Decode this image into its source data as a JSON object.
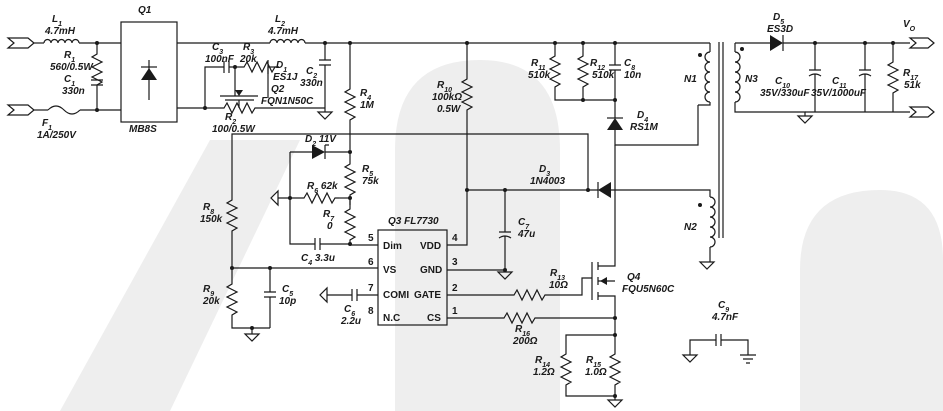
{
  "components": {
    "L1": {
      "ref": "L",
      "sub": "1",
      "value": "4.7mH"
    },
    "R1": {
      "ref": "R",
      "sub": "1",
      "value": "560/0.5W"
    },
    "C1": {
      "ref": "C",
      "sub": "1",
      "value": "330n"
    },
    "F1": {
      "ref": "F",
      "sub": "1",
      "value": "1A/250V"
    },
    "Q1": {
      "ref": "Q1",
      "value": "MB8S"
    },
    "L2": {
      "ref": "L",
      "sub": "2",
      "value": "4.7mH"
    },
    "C3": {
      "ref": "C",
      "sub": "3",
      "value": "100nF"
    },
    "R3": {
      "ref": "R",
      "sub": "3",
      "value": "20k"
    },
    "D1": {
      "ref": "D",
      "sub": "1",
      "value": "ES1J"
    },
    "Q2": {
      "ref": "Q2",
      "value": "FQN1N50C"
    },
    "R2": {
      "ref": "R",
      "sub": "2",
      "value": "100/0.5W"
    },
    "C2": {
      "ref": "C",
      "sub": "2",
      "value": "330n"
    },
    "R4": {
      "ref": "R",
      "sub": "4",
      "value": "1M"
    },
    "R10": {
      "ref": "R",
      "sub": "10",
      "value": "100kΩ",
      "value2": "0.5W"
    },
    "R11": {
      "ref": "R",
      "sub": "11",
      "value": "510k"
    },
    "R12": {
      "ref": "R",
      "sub": "12",
      "value": "510k"
    },
    "C8": {
      "ref": "C",
      "sub": "8",
      "value": "10n"
    },
    "N1": {
      "ref": "N1"
    },
    "N2": {
      "ref": "N2"
    },
    "N3": {
      "ref": "N3"
    },
    "D4": {
      "ref": "D",
      "sub": "4",
      "value": "RS1M"
    },
    "D5": {
      "ref": "D",
      "sub": "5",
      "value": "ES3D"
    },
    "C10": {
      "ref": "C",
      "sub": "10",
      "value": "35V/330uF"
    },
    "C11": {
      "ref": "C",
      "sub": "11",
      "value": "35V/1000uF"
    },
    "R17": {
      "ref": "R",
      "sub": "17",
      "value": "51k"
    },
    "VO": {
      "ref": "V",
      "sub": "O"
    },
    "D2": {
      "ref": "D",
      "sub": "2",
      "value": "11V"
    },
    "R5": {
      "ref": "R",
      "sub": "5",
      "value": "75k"
    },
    "R6": {
      "ref": "R",
      "sub": "6",
      "value": "62k"
    },
    "R7": {
      "ref": "R",
      "sub": "7",
      "value": "0"
    },
    "C4": {
      "ref": "C",
      "sub": "4",
      "value": "3.3u"
    },
    "D3": {
      "ref": "D",
      "sub": "3",
      "value": "1N4003"
    },
    "C7": {
      "ref": "C",
      "sub": "7",
      "value": "47u"
    },
    "R8": {
      "ref": "R",
      "sub": "8",
      "value": "150k"
    },
    "R9": {
      "ref": "R",
      "sub": "9",
      "value": "20k"
    },
    "C5": {
      "ref": "C",
      "sub": "5",
      "value": "10p"
    },
    "C6": {
      "ref": "C",
      "sub": "6",
      "value": "2.2u"
    },
    "Q3": {
      "ref": "Q3",
      "value": "FL7730"
    },
    "R13": {
      "ref": "R",
      "sub": "13",
      "value": "10Ω"
    },
    "Q4": {
      "ref": "Q4",
      "value": "FQU5N60C"
    },
    "R16": {
      "ref": "R",
      "sub": "16",
      "value": "200Ω"
    },
    "R14": {
      "ref": "R",
      "sub": "14",
      "value": "1.2Ω"
    },
    "R15": {
      "ref": "R",
      "sub": "15",
      "value": "1.0Ω"
    },
    "C9": {
      "ref": "C",
      "sub": "9",
      "value": "4.7nF"
    }
  },
  "ic_pins": {
    "dim": {
      "name": "Dim",
      "num": "5"
    },
    "vs": {
      "name": "VS",
      "num": "6"
    },
    "comi": {
      "name": "COMI",
      "num": "7"
    },
    "nc": {
      "name": "N.C",
      "num": "8"
    },
    "vdd": {
      "name": "VDD",
      "num": "4"
    },
    "gnd": {
      "name": "GND",
      "num": "3"
    },
    "gate": {
      "name": "GATE",
      "num": "2"
    },
    "cs": {
      "name": "CS",
      "num": "1"
    }
  }
}
